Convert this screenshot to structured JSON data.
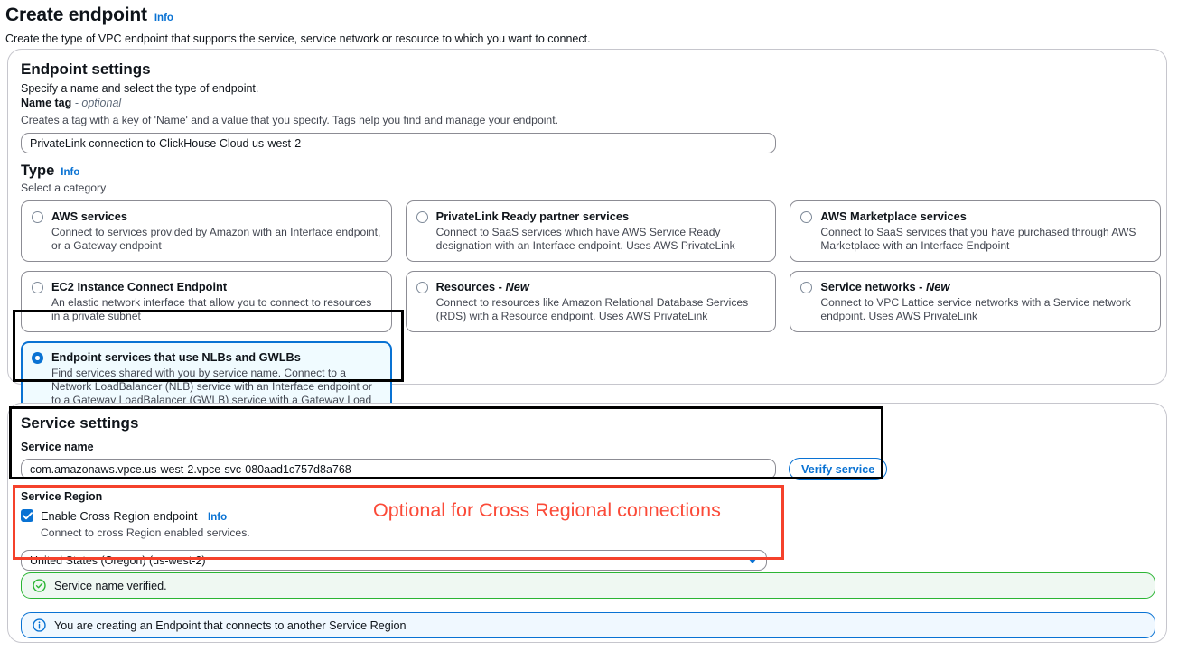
{
  "header": {
    "title": "Create endpoint",
    "info_label": "Info",
    "description": "Create the type of VPC endpoint that supports the service, service network or resource to which you want to connect."
  },
  "endpoint_settings": {
    "title": "Endpoint settings",
    "description": "Specify a name and select the type of endpoint.",
    "name_tag": {
      "label": "Name tag",
      "optional_suffix": "- optional",
      "hint": "Creates a tag with a key of 'Name' and a value that you specify. Tags help you find and manage your endpoint.",
      "value": "PrivateLink connection to ClickHouse Cloud us-west-2"
    },
    "type": {
      "label": "Type",
      "info_label": "Info",
      "hint": "Select a category",
      "options": [
        {
          "title": "AWS services",
          "description": "Connect to services provided by Amazon with an Interface endpoint, or a Gateway endpoint",
          "selected": false
        },
        {
          "title": "PrivateLink Ready partner services",
          "description": "Connect to SaaS services which have AWS Service Ready designation with an Interface endpoint. Uses AWS PrivateLink",
          "selected": false
        },
        {
          "title": "AWS Marketplace services",
          "description": "Connect to SaaS services that you have purchased through AWS Marketplace with an Interface Endpoint",
          "selected": false
        },
        {
          "title": "EC2 Instance Connect Endpoint",
          "description": "An elastic network interface that allow you to connect to resources in a private subnet",
          "selected": false
        },
        {
          "title": "Resources - New",
          "description": "Connect to resources like Amazon Relational Database Services (RDS) with a Resource endpoint. Uses AWS PrivateLink",
          "selected": false
        },
        {
          "title": "Service networks - New",
          "description": "Connect to VPC Lattice service networks with a Service network endpoint. Uses AWS PrivateLink",
          "selected": false
        },
        {
          "title": "Endpoint services that use NLBs and GWLBs",
          "description": "Find services shared with you by service name. Connect to a Network LoadBalancer (NLB) service with an Interface endpoint or to a Gateway LoadBalancer (GWLB) service with a Gateway Load Balancer endpoint",
          "selected": true
        }
      ]
    }
  },
  "service_settings": {
    "title": "Service settings",
    "service_name": {
      "label": "Service name",
      "value": "com.amazonaws.vpce.us-west-2.vpce-svc-080aad1c757d8a768"
    },
    "verify_button": "Verify service",
    "service_region": {
      "label": "Service Region",
      "checkbox_label": "Enable Cross Region endpoint",
      "checkbox_info": "Info",
      "checkbox_checked": true,
      "checkbox_hint": "Connect to cross Region enabled services.",
      "region_selected": "United States (Oregon) (us-west-2)"
    },
    "alerts": [
      {
        "type": "success",
        "icon": "check-circle-icon",
        "text": "Service name verified."
      },
      {
        "type": "info",
        "icon": "info-circle-icon",
        "text": "You are creating an Endpoint that connects to another Service Region"
      }
    ]
  },
  "annotations": {
    "cross_region_note": "Optional for Cross Regional connections",
    "colors": {
      "red": "#fb4a38",
      "black": "#000000",
      "accent": "#0972d3"
    }
  }
}
